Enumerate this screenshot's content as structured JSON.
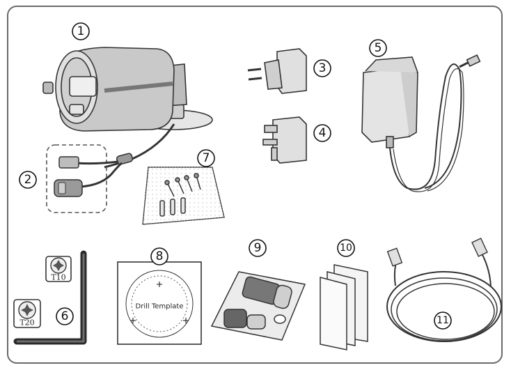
{
  "items": [
    {
      "number": "1",
      "name": "camera"
    },
    {
      "number": "2",
      "name": "cable-connectors"
    },
    {
      "number": "3",
      "name": "plug-adapter-eu"
    },
    {
      "number": "4",
      "name": "plug-adapter-uk"
    },
    {
      "number": "5",
      "name": "power-adapter"
    },
    {
      "number": "6",
      "name": "torx-keys"
    },
    {
      "number": "7",
      "name": "screw-pack"
    },
    {
      "number": "8",
      "name": "drill-template"
    },
    {
      "number": "9",
      "name": "waterproof-connector-kit"
    },
    {
      "number": "10",
      "name": "documents"
    },
    {
      "number": "11",
      "name": "network-cable"
    }
  ],
  "torx_keys": {
    "small_label": "T10",
    "large_label": "T20"
  },
  "drill_template": {
    "label": "Drill Template"
  }
}
